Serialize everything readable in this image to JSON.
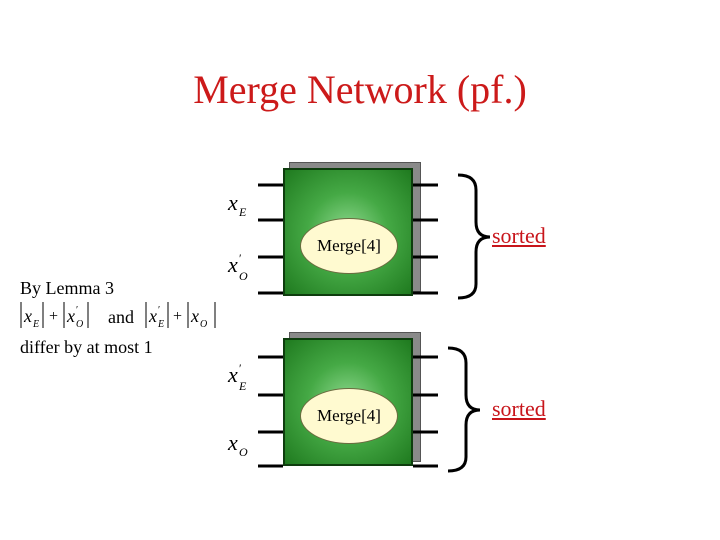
{
  "title": "Merge Network (pf.)",
  "colors": {
    "title": "#cc1a1a",
    "sorted": "#c8151b",
    "block_green": "#45a945",
    "oval_fill": "#fffad0"
  },
  "lemma": {
    "line1": "By Lemma 3",
    "and": "and",
    "line3": "differ by at most 1"
  },
  "blocks": [
    {
      "label": "Merge[4]",
      "output_label": "sorted"
    },
    {
      "label": "Merge[4]",
      "output_label": "sorted"
    }
  ]
}
